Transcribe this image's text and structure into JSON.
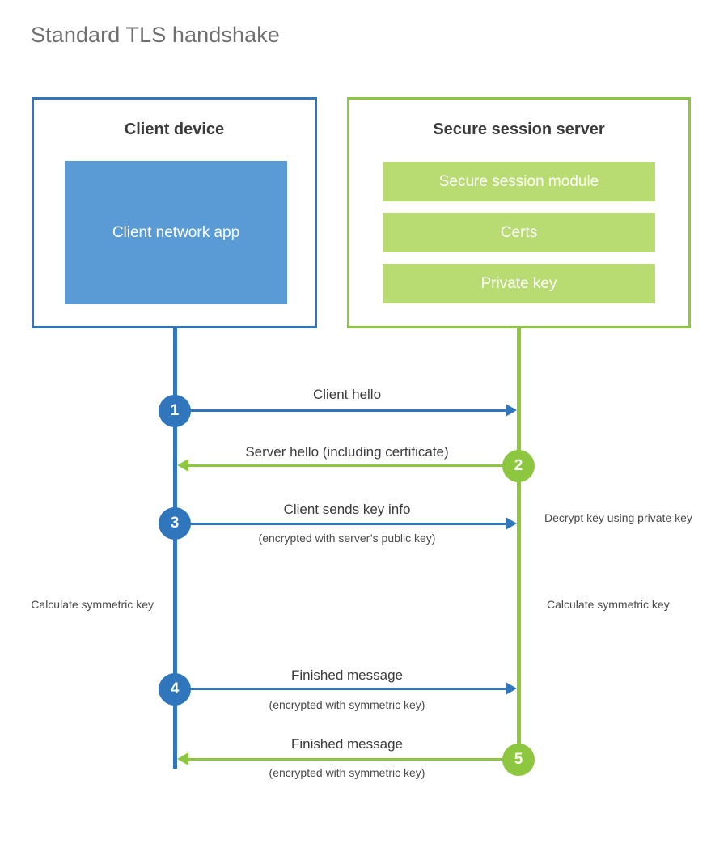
{
  "title": "Standard TLS handshake",
  "colors": {
    "client_border": "#2f76bc",
    "client_fill": "#5b9bd5",
    "server_border": "#8dc63f",
    "server_fill": "#b8dc72",
    "title_text": "#6f6f6f",
    "body_text": "#3b3b3b",
    "background": "#ffffff"
  },
  "client": {
    "title": "Client device",
    "app_label": "Client network app"
  },
  "server": {
    "title": "Secure session server",
    "modules": [
      {
        "label": "Secure session module"
      },
      {
        "label": "Certs"
      },
      {
        "label": "Private key"
      }
    ]
  },
  "steps": [
    {
      "number": "1",
      "side": "client",
      "direction": "client-to-server",
      "label": "Client hello",
      "sublabel": ""
    },
    {
      "number": "2",
      "side": "server",
      "direction": "server-to-client",
      "label": "Server hello (including certificate)",
      "sublabel": ""
    },
    {
      "number": "3",
      "side": "client",
      "direction": "client-to-server",
      "label": "Client sends key info",
      "sublabel": "(encrypted with server’s public key)"
    },
    {
      "number": "4",
      "side": "client",
      "direction": "client-to-server",
      "label": "Finished message",
      "sublabel": "(encrypted with symmetric key)"
    },
    {
      "number": "5",
      "side": "server",
      "direction": "server-to-client",
      "label": "Finished message",
      "sublabel": "(encrypted with symmetric key)"
    }
  ],
  "annotations": {
    "decrypt_key": "Decrypt key using private key",
    "client_calculate": "Calculate symmetric key",
    "server_calculate": "Calculate symmetric key"
  }
}
